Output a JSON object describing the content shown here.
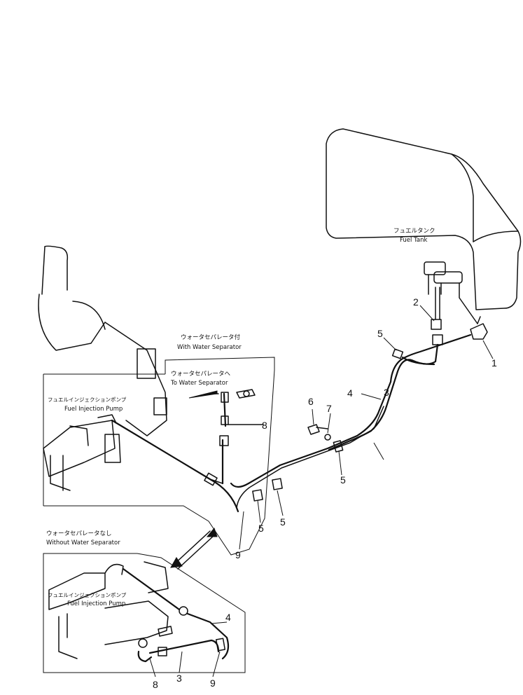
{
  "labels": {
    "fuel_tank_ja": "フュエルタンク",
    "fuel_tank_en": "Fuel Tank",
    "with_ws_ja": "ウォータセパレータ付",
    "with_ws_en": "With Water Separator",
    "to_ws_ja": "ウォータセパレータへ",
    "to_ws_en": "To Water Separator",
    "fip_upper_ja": "フュエルインジェクションポンプ",
    "fip_upper_en": "Fuel Injection Pump",
    "without_ws_ja": "ウォータセパレータなし",
    "without_ws_en": "Without Water Separator",
    "fip_lower_ja": "フュエルインジェクションポンプ",
    "fip_lower_en": "Fuel Injection Pump"
  },
  "callouts": {
    "c1": "1",
    "c2": "2",
    "c3": "3",
    "c4": "4",
    "c5a": "5",
    "c5b": "5",
    "c5c": "5",
    "c5d": "5",
    "c6": "6",
    "c7": "7",
    "c8": "8",
    "c9": "9",
    "c4_inset": "4",
    "c3_inset": "3",
    "c8_inset": "8",
    "c9_inset": "9"
  }
}
